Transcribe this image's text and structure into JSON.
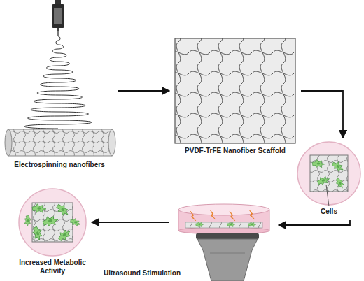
{
  "diagram": {
    "nodes": [
      {
        "text": [
          "Electrospinning nanofibers"
        ]
      },
      {
        "text": [
          "PVDF-TrFE Nanofiber Scaffold"
        ]
      },
      {
        "text": [
          "Cells"
        ]
      },
      {
        "text": [
          "Ultrasound Stimulation"
        ]
      },
      {
        "text": [
          "Increased Metabolic Activity"
        ]
      }
    ],
    "edges": [
      {
        "from": 0,
        "to": 1,
        "arrow": "to"
      },
      {
        "from": 1,
        "to": 2,
        "arrow": "to"
      },
      {
        "from": 2,
        "to": 3,
        "arrow": "to"
      },
      {
        "from": 3,
        "to": 4,
        "arrow": "to"
      }
    ]
  }
}
